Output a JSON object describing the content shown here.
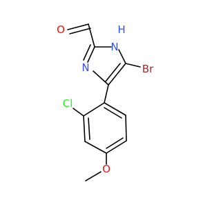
{
  "molecule": {
    "atoms": {
      "oxygen_aldehyde": {
        "text": "O",
        "color": "#ff0d0d"
      },
      "nitrogen_h": {
        "text": "H",
        "color": "#3050f8"
      },
      "nitrogen_nh": {
        "text": "N",
        "color": "#3050f8"
      },
      "nitrogen_ring": {
        "text": "N",
        "color": "#3050f8"
      },
      "bromine": {
        "text": "Br",
        "color": "#a62929"
      },
      "chlorine": {
        "text": "Cl",
        "color": "#1ff01f"
      },
      "oxygen_methoxy": {
        "text": "O",
        "color": "#ff0d0d"
      }
    }
  }
}
